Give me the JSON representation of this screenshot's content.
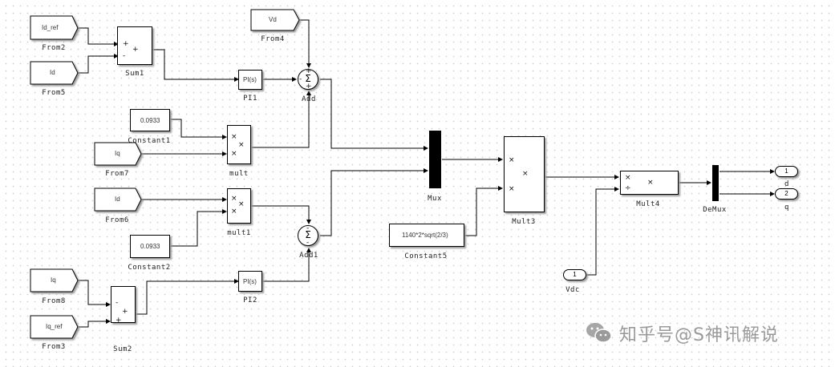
{
  "diagram": {
    "title": "dq current controller (Simulink)",
    "blocks": {
      "from2": {
        "tag": "Id_ref",
        "name": "From2"
      },
      "from5": {
        "tag": "Id",
        "name": "From5"
      },
      "from4": {
        "tag": "Vd",
        "name": "From4"
      },
      "from7": {
        "tag": "Iq",
        "name": "From7"
      },
      "from6": {
        "tag": "Id",
        "name": "From6"
      },
      "from8": {
        "tag": "Iq",
        "name": "From8"
      },
      "from3": {
        "tag": "Iq_ref",
        "name": "From3"
      },
      "sum1": {
        "name": "Sum1",
        "signs": [
          "+",
          "-"
        ],
        "center": "+"
      },
      "sum2": {
        "name": "Sum2",
        "signs": [
          "-",
          "+"
        ],
        "center": "+"
      },
      "pi1": {
        "name": "PI1",
        "text": "PI(s)"
      },
      "pi2": {
        "name": "PI2",
        "text": "PI(s)"
      },
      "add": {
        "name": "Add",
        "signs": [
          "+",
          "-",
          "+"
        ],
        "symbol": "Σ"
      },
      "add1": {
        "name": "Add1",
        "signs": [
          "-",
          "-"
        ],
        "symbol": "Σ"
      },
      "constant1": {
        "name": "Constant1",
        "value": "0.0933"
      },
      "constant2": {
        "name": "Constant2",
        "value": "0.0933"
      },
      "constant5": {
        "name": "Constant5",
        "value": "1140*2*sqrt(2/3)"
      },
      "mult": {
        "name": "mult",
        "ops": [
          "×",
          "×"
        ],
        "center": "×"
      },
      "mult1": {
        "name": "mult1",
        "ops": [
          "×",
          "×"
        ],
        "center": "×"
      },
      "mux": {
        "name": "Mux"
      },
      "mult3": {
        "name": "Mult3",
        "ops": [
          "×",
          "×"
        ],
        "center": "×"
      },
      "mult4": {
        "name": "Mult4",
        "ops": [
          "×",
          "÷"
        ],
        "center": "×"
      },
      "demux": {
        "name": "DeMux"
      },
      "vdc": {
        "name": "Vdc",
        "port": "1"
      },
      "out_d": {
        "name": "d",
        "port": "1"
      },
      "out_q": {
        "name": "q",
        "port": "2"
      }
    }
  },
  "watermark": {
    "text": "知乎号@S神讯解说",
    "icon": "wechat-icon"
  }
}
